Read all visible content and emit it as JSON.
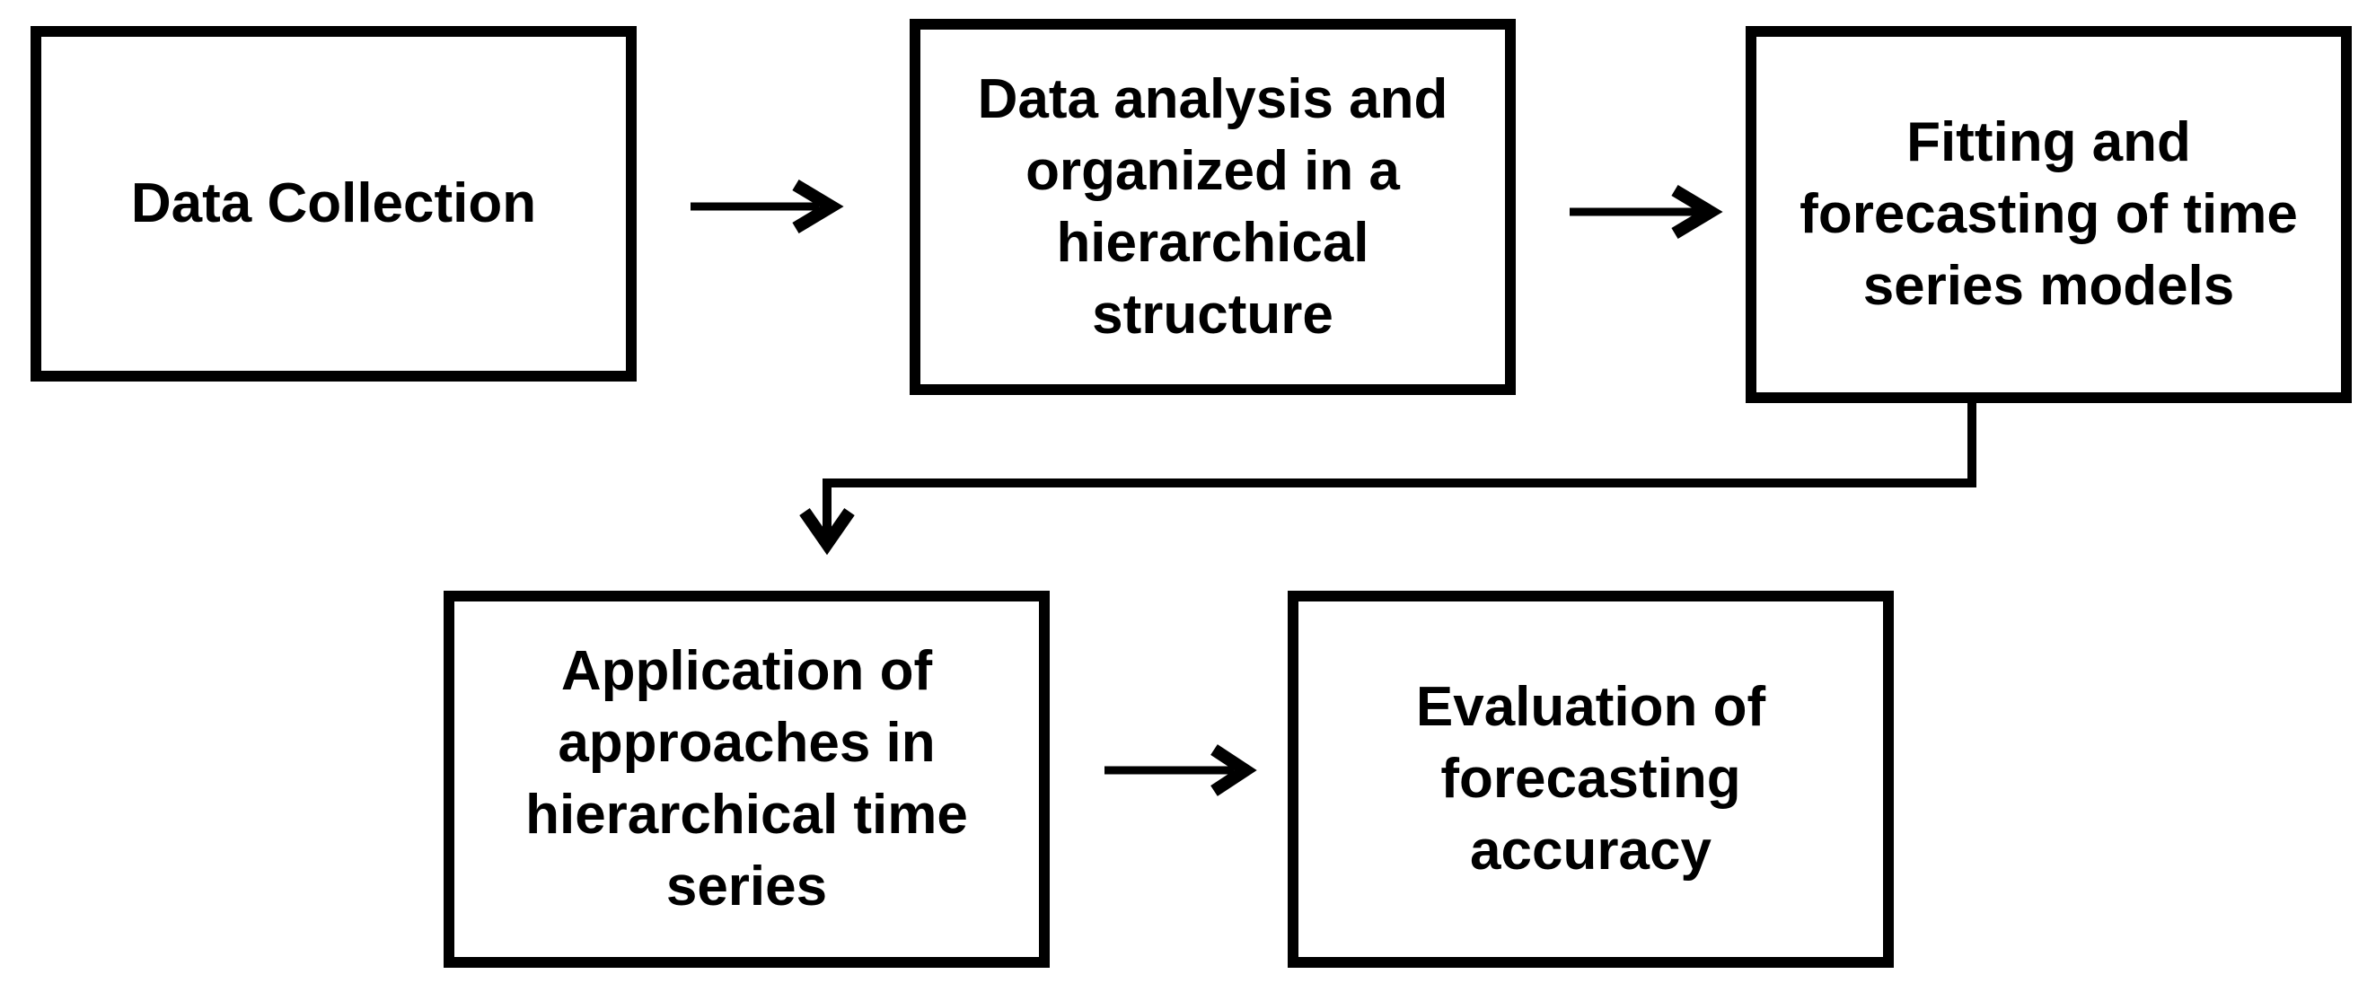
{
  "diagram": {
    "type": "flowchart",
    "background_color": "#ffffff",
    "stroke_color": "#000000",
    "nodes": [
      {
        "id": "data-collection",
        "text": "Data Collection"
      },
      {
        "id": "data-analysis",
        "text": "Data analysis and\norganized in a\nhierarchical\nstructure"
      },
      {
        "id": "fitting-forecasting",
        "text": "Fitting and\nforecasting of time\nseries models"
      },
      {
        "id": "application",
        "text": "Application of\napproaches in\nhierarchical time\nseries"
      },
      {
        "id": "evaluation",
        "text": "Evaluation of\nforecasting\naccuracy"
      }
    ],
    "edges": [
      {
        "from": "data-collection",
        "to": "data-analysis",
        "style": "straight-right-arrow"
      },
      {
        "from": "data-analysis",
        "to": "fitting-forecasting",
        "style": "straight-right-arrow"
      },
      {
        "from": "fitting-forecasting",
        "to": "application",
        "style": "elbow-down-left-down-arrow"
      },
      {
        "from": "application",
        "to": "evaluation",
        "style": "straight-right-arrow"
      }
    ]
  }
}
